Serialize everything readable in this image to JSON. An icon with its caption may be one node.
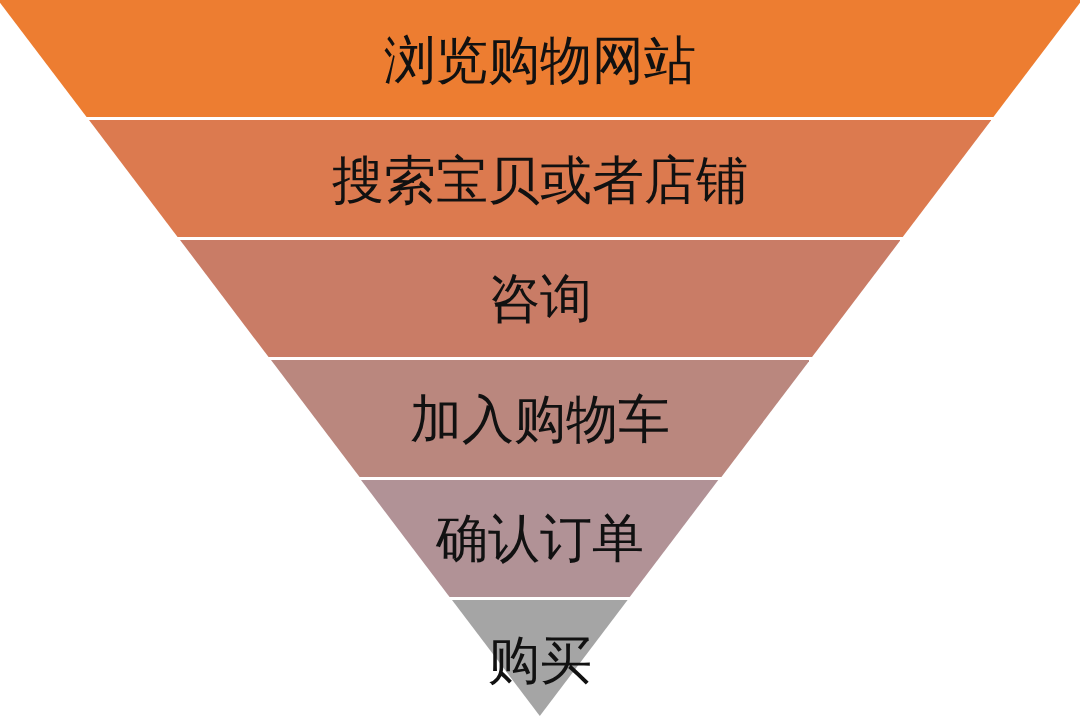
{
  "diagram": {
    "nodes": [
      {
        "text": [
          "浏览购物网站"
        ]
      },
      {
        "text": [
          "搜索宝贝或者店铺"
        ]
      },
      {
        "text": [
          "咨询"
        ]
      },
      {
        "text": [
          "加入购物车"
        ]
      },
      {
        "text": [
          "确认订单"
        ]
      },
      {
        "text": [
          "购买"
        ]
      }
    ]
  }
}
